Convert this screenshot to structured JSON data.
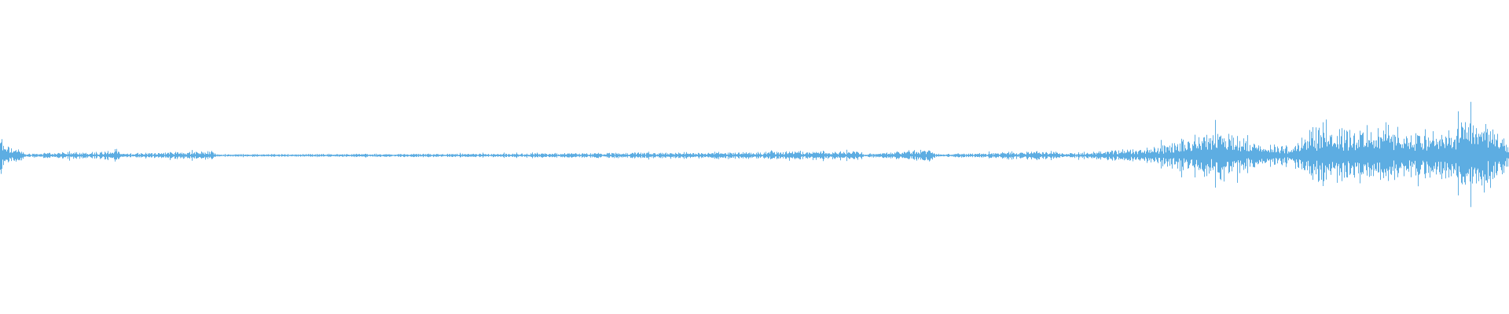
{
  "waveform": {
    "color": "#5dade2",
    "background": "#ffffff",
    "envelope": [
      {
        "t": 0.0,
        "amp": 0.3
      },
      {
        "t": 0.002,
        "amp": 0.12
      },
      {
        "t": 0.014,
        "amp": 0.06
      },
      {
        "t": 0.016,
        "amp": 0.02
      },
      {
        "t": 0.05,
        "amp": 0.04
      },
      {
        "t": 0.066,
        "amp": 0.04
      },
      {
        "t": 0.078,
        "amp": 0.07
      },
      {
        "t": 0.08,
        "amp": 0.02
      },
      {
        "t": 0.141,
        "amp": 0.05
      },
      {
        "t": 0.143,
        "amp": 0.015
      },
      {
        "t": 0.336,
        "amp": 0.02
      },
      {
        "t": 0.57,
        "amp": 0.05
      },
      {
        "t": 0.572,
        "amp": 0.015
      },
      {
        "t": 0.6,
        "amp": 0.05
      },
      {
        "t": 0.616,
        "amp": 0.07
      },
      {
        "t": 0.62,
        "amp": 0.015
      },
      {
        "t": 0.7,
        "amp": 0.05
      },
      {
        "t": 0.705,
        "amp": 0.02
      },
      {
        "t": 0.76,
        "amp": 0.08
      },
      {
        "t": 0.772,
        "amp": 0.12
      },
      {
        "t": 0.812,
        "amp": 0.27
      },
      {
        "t": 0.836,
        "amp": 0.1
      },
      {
        "t": 0.856,
        "amp": 0.12
      },
      {
        "t": 0.871,
        "amp": 0.3
      },
      {
        "t": 0.918,
        "amp": 0.34
      },
      {
        "t": 0.935,
        "amp": 0.25
      },
      {
        "t": 0.96,
        "amp": 0.3
      },
      {
        "t": 0.983,
        "amp": 0.4
      },
      {
        "t": 1.0,
        "amp": 0.12
      }
    ]
  }
}
